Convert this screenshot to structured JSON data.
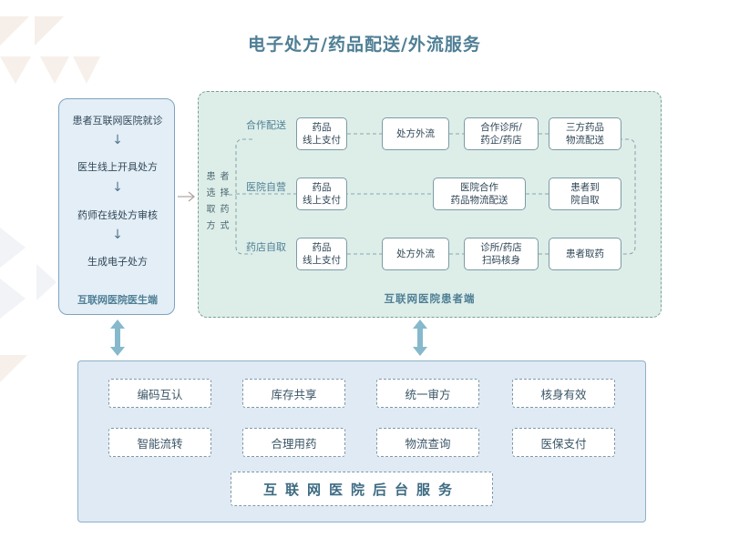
{
  "title": "电子处方/药品配送/外流服务",
  "doctor": {
    "steps": [
      "患者互联网医院就诊",
      "医生线上开具处方",
      "药师在线处方审核",
      "生成电子处方"
    ],
    "footer": "互联网医院医生端"
  },
  "patient": {
    "choice_chars": [
      "患",
      "者",
      "选",
      "择",
      "取",
      "药",
      "方",
      "式"
    ],
    "routes": [
      {
        "label": "合作配送",
        "boxes": [
          [
            "药品",
            "线上支付"
          ],
          [
            "处方外流"
          ],
          [
            "合作诊所/",
            "药企/药店"
          ],
          [
            "三方药品",
            "物流配送"
          ]
        ]
      },
      {
        "label": "医院自营",
        "boxes": [
          [
            "药品",
            "线上支付"
          ],
          [
            "医院合作",
            "药品物流配送"
          ],
          [
            "患者到",
            "院自取"
          ]
        ]
      },
      {
        "label": "药店自取",
        "boxes": [
          [
            "药品",
            "线上支付"
          ],
          [
            "处方外流"
          ],
          [
            "诊所/药店",
            "扫码核身"
          ],
          [
            "患者取药"
          ]
        ]
      }
    ],
    "footer": "互联网医院患者端"
  },
  "backend": {
    "services": [
      "编码互认",
      "库存共享",
      "统一审方",
      "核身有效",
      "智能流转",
      "合理用药",
      "物流查询",
      "医保支付"
    ],
    "footer": "互联网医院后台服务"
  },
  "colors": {
    "title": "#4f7f95",
    "doctor_bg": "#e4eef7",
    "patient_bg": "#ddeee9",
    "backend_bg": "#dfeaf4",
    "arrow": "#7fb0c4"
  }
}
